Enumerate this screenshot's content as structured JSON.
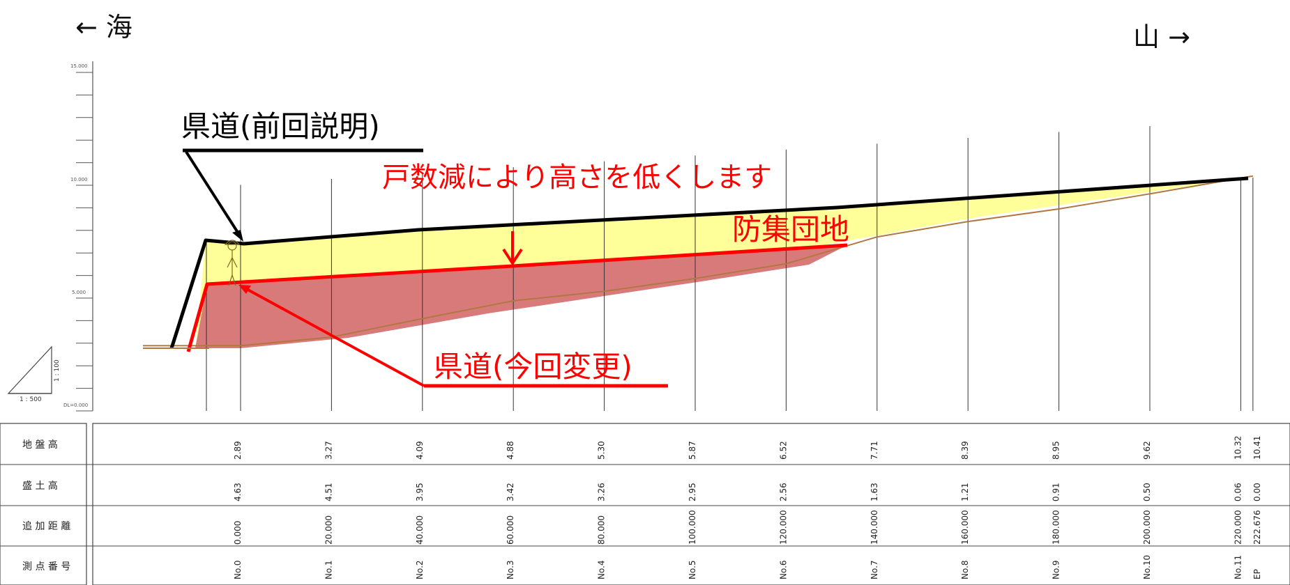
{
  "directions": {
    "sea": "← 海",
    "mountain": "山 →"
  },
  "annotations": {
    "prefectural_road_previous": "県道(前回説明)",
    "height_reduction_note": "戸数減により高さを低くします",
    "relocation_housing_complex": "防集団地",
    "prefectural_road_current": "県道(今回変更)"
  },
  "scale": {
    "horizontal": "1 : 500",
    "vertical": "1 : 100",
    "datum": "DL=0.000"
  },
  "y_axis": {
    "ticks": [
      "15.000",
      "10.000",
      "5.000"
    ],
    "range": [
      0,
      15
    ]
  },
  "table": {
    "row_labels": [
      "地 盤 高",
      "盛 土 高",
      "追 加 距 離",
      "測 点 番 号"
    ],
    "stations": [
      {
        "number": "No.0",
        "distance": "0.000",
        "ground": "2.89",
        "fill": "4.63",
        "ground_m": 2.89,
        "fill_m": 4.63
      },
      {
        "number": "No.1",
        "distance": "20.000",
        "ground": "3.27",
        "fill": "4.51",
        "ground_m": 3.27,
        "fill_m": 4.51
      },
      {
        "number": "No.2",
        "distance": "40.000",
        "ground": "4.09",
        "fill": "3.95",
        "ground_m": 4.09,
        "fill_m": 3.95
      },
      {
        "number": "No.3",
        "distance": "60.000",
        "ground": "4.88",
        "fill": "3.42",
        "ground_m": 4.88,
        "fill_m": 3.42
      },
      {
        "number": "No.4",
        "distance": "80.000",
        "ground": "5.30",
        "fill": "3.26",
        "ground_m": 5.3,
        "fill_m": 3.26
      },
      {
        "number": "No.5",
        "distance": "100.000",
        "ground": "5.87",
        "fill": "2.95",
        "ground_m": 5.87,
        "fill_m": 2.95
      },
      {
        "number": "No.6",
        "distance": "120.000",
        "ground": "6.52",
        "fill": "2.56",
        "ground_m": 6.52,
        "fill_m": 2.56
      },
      {
        "number": "No.7",
        "distance": "140.000",
        "ground": "7.71",
        "fill": "1.63",
        "ground_m": 7.71,
        "fill_m": 1.63
      },
      {
        "number": "No.8",
        "distance": "160.000",
        "ground": "8.39",
        "fill": "1.21",
        "ground_m": 8.39,
        "fill_m": 1.21
      },
      {
        "number": "No.9",
        "distance": "180.000",
        "ground": "8.95",
        "fill": "0.91",
        "ground_m": 8.95,
        "fill_m": 0.91
      },
      {
        "number": "No.10",
        "distance": "200.000",
        "ground": "9.62",
        "fill": "0.50",
        "ground_m": 9.62,
        "fill_m": 0.5
      },
      {
        "number": "No.11",
        "distance": "220.000",
        "ground": "10.32",
        "fill": "0.06",
        "ground_m": 10.32,
        "fill_m": 0.06
      },
      {
        "number": "EP",
        "distance": "222.676",
        "ground": "10.41",
        "fill": "0.00",
        "ground_m": 10.41,
        "fill_m": 0.0
      }
    ]
  },
  "colors": {
    "previous_road": "#000000",
    "current_road": "#ff0000",
    "previous_fill": "#ffff99",
    "current_fill": "#d97a7a",
    "ground_line": "#b07840",
    "annotation_red": "#ff0000",
    "underline_black": "#000000"
  }
}
